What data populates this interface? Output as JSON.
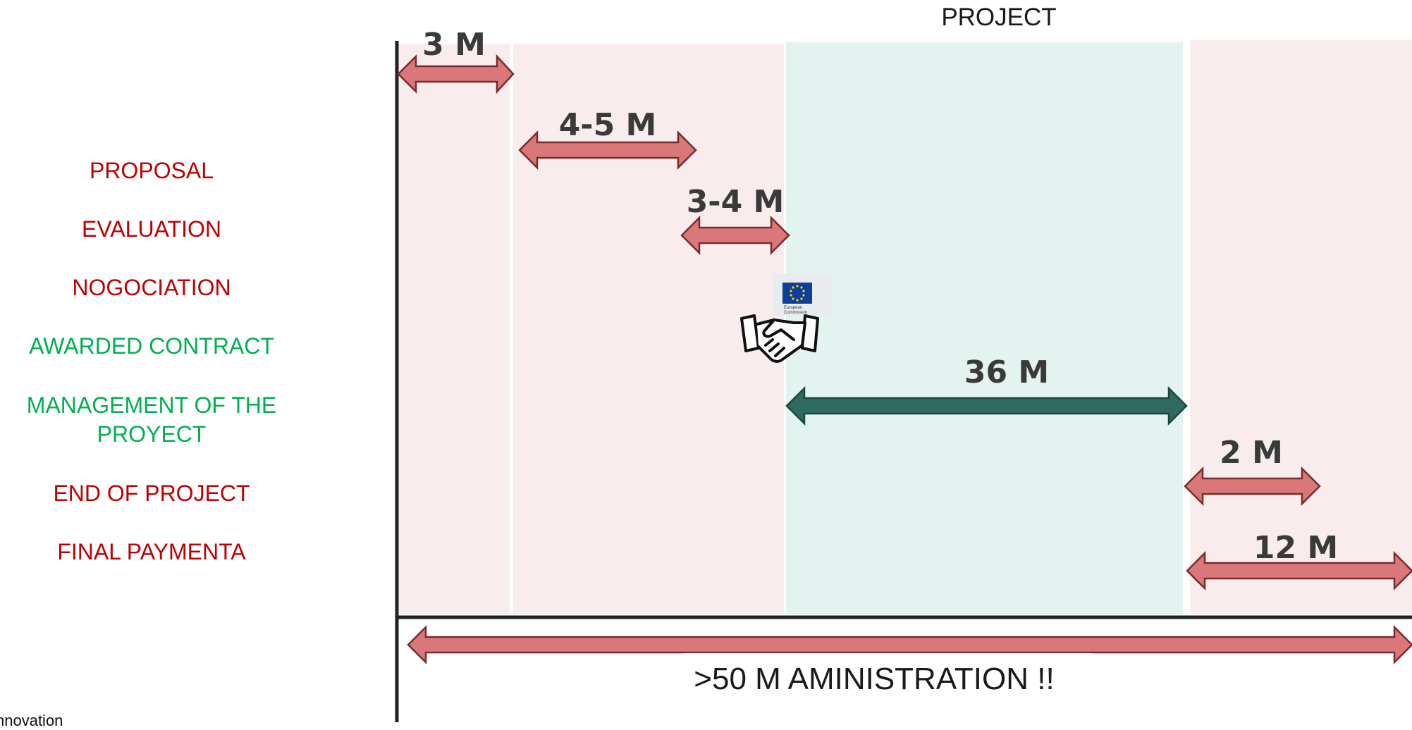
{
  "stages": [
    {
      "label": "PROPOSAL",
      "color": "#c00000"
    },
    {
      "label": "EVALUATION",
      "color": "#c00000"
    },
    {
      "label": "NOGOCIATION",
      "color": "#c00000"
    },
    {
      "label": "AWARDED CONTRACT",
      "color": "#00b050"
    },
    {
      "label": "MANAGEMENT OF THE PROYECT",
      "color": "#00b050"
    },
    {
      "label": "END OF PROJECT",
      "color": "#c00000"
    },
    {
      "label": "FINAL PAYMENTA",
      "color": "#c00000"
    }
  ],
  "top_title": "PROJECT",
  "phases": {
    "proposal": "3 M",
    "evaluation": "4-5 M",
    "negotiation": "3-4 M",
    "project": "36 M",
    "end": "2 M",
    "payment": "12 M"
  },
  "administration": ">50 M AMINISTRATION !!",
  "footnote": "nnovation",
  "eu_logo_text": [
    "European",
    "Commission"
  ],
  "colors": {
    "red_arrow": "#d9777a",
    "green_arrow": "#2e6b5e",
    "pink_bg": "#f9ecec",
    "green_bg": "#e3f3f0",
    "axis": "#222222"
  }
}
